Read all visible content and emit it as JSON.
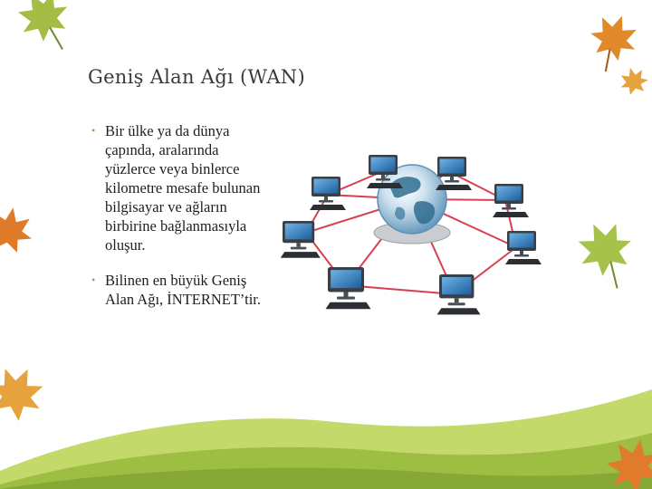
{
  "slide": {
    "title": "Geniş Alan Ağı (WAN)",
    "bullets": [
      {
        "text": "Bir ülke ya da dünya çapında, aralarında yüzlerce veya binlerce kilometre mesafe bulunan bilgisayar ve ağların birbirine bağlanmasıyla oluşur."
      },
      {
        "text": "Bilinen en büyük Geniş Alan Ağı, İNTERNET’tir."
      }
    ],
    "bullet_marker": "•"
  },
  "colors": {
    "title": "#3a3a3a",
    "text": "#1e1e1e",
    "grass_light": "#a9c64f",
    "grass_dark": "#7ea23a",
    "leaf_orange": "#e08a2c",
    "leaf_green": "#a3bd45",
    "network_line": "#d9404f",
    "monitor_blue": "#2f74b5"
  },
  "icons": [
    "maple-leaf-icon",
    "globe-icon",
    "computer-icon"
  ]
}
